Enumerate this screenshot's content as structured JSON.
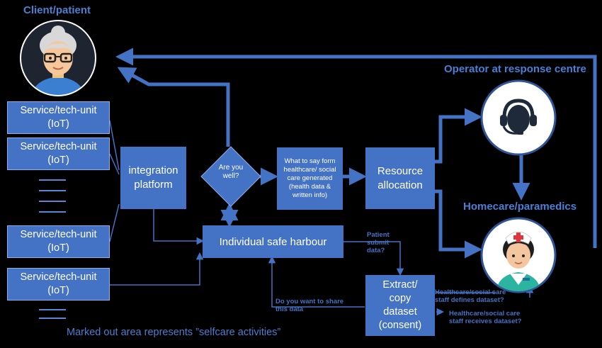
{
  "titles": {
    "client": "Client/patient",
    "operator": "Operator at response centre",
    "homecare": "Homecare/paramedics"
  },
  "service_units": [
    {
      "label": "Service/tech-unit (IoT)"
    },
    {
      "label": "Service/tech-unit (IoT)"
    },
    {
      "label": "Service/tech-unit (IoT)"
    },
    {
      "label": "Service/tech-unit (IoT)"
    }
  ],
  "nodes": {
    "integration": "integration platform",
    "decision": "Are you well?",
    "what_to_say": "What to say form healthcare/ social care generated (health data & written info)",
    "resource": "Resource allocation",
    "harbour": "Individual safe harbour",
    "extract": "Extract/ copy dataset (consent)"
  },
  "edge_labels": {
    "patient_submit": "Patient submit data?",
    "share": "Do you want to share this data",
    "defines": "Healthcare/social care staff defines dataset?",
    "receives": "Healthcare/social care staff receives dataset?"
  },
  "footnote": "Marked out area represents ”selfcare activities”",
  "colors": {
    "background": "#000000",
    "box_fill": "#4472c4",
    "line": "#4472c4",
    "label_text": "#4a7fd4",
    "icon_ring": "#2f5597"
  },
  "icons": [
    "elderly-woman-avatar-icon",
    "headset-operator-icon",
    "nurse-avatar-icon"
  ]
}
